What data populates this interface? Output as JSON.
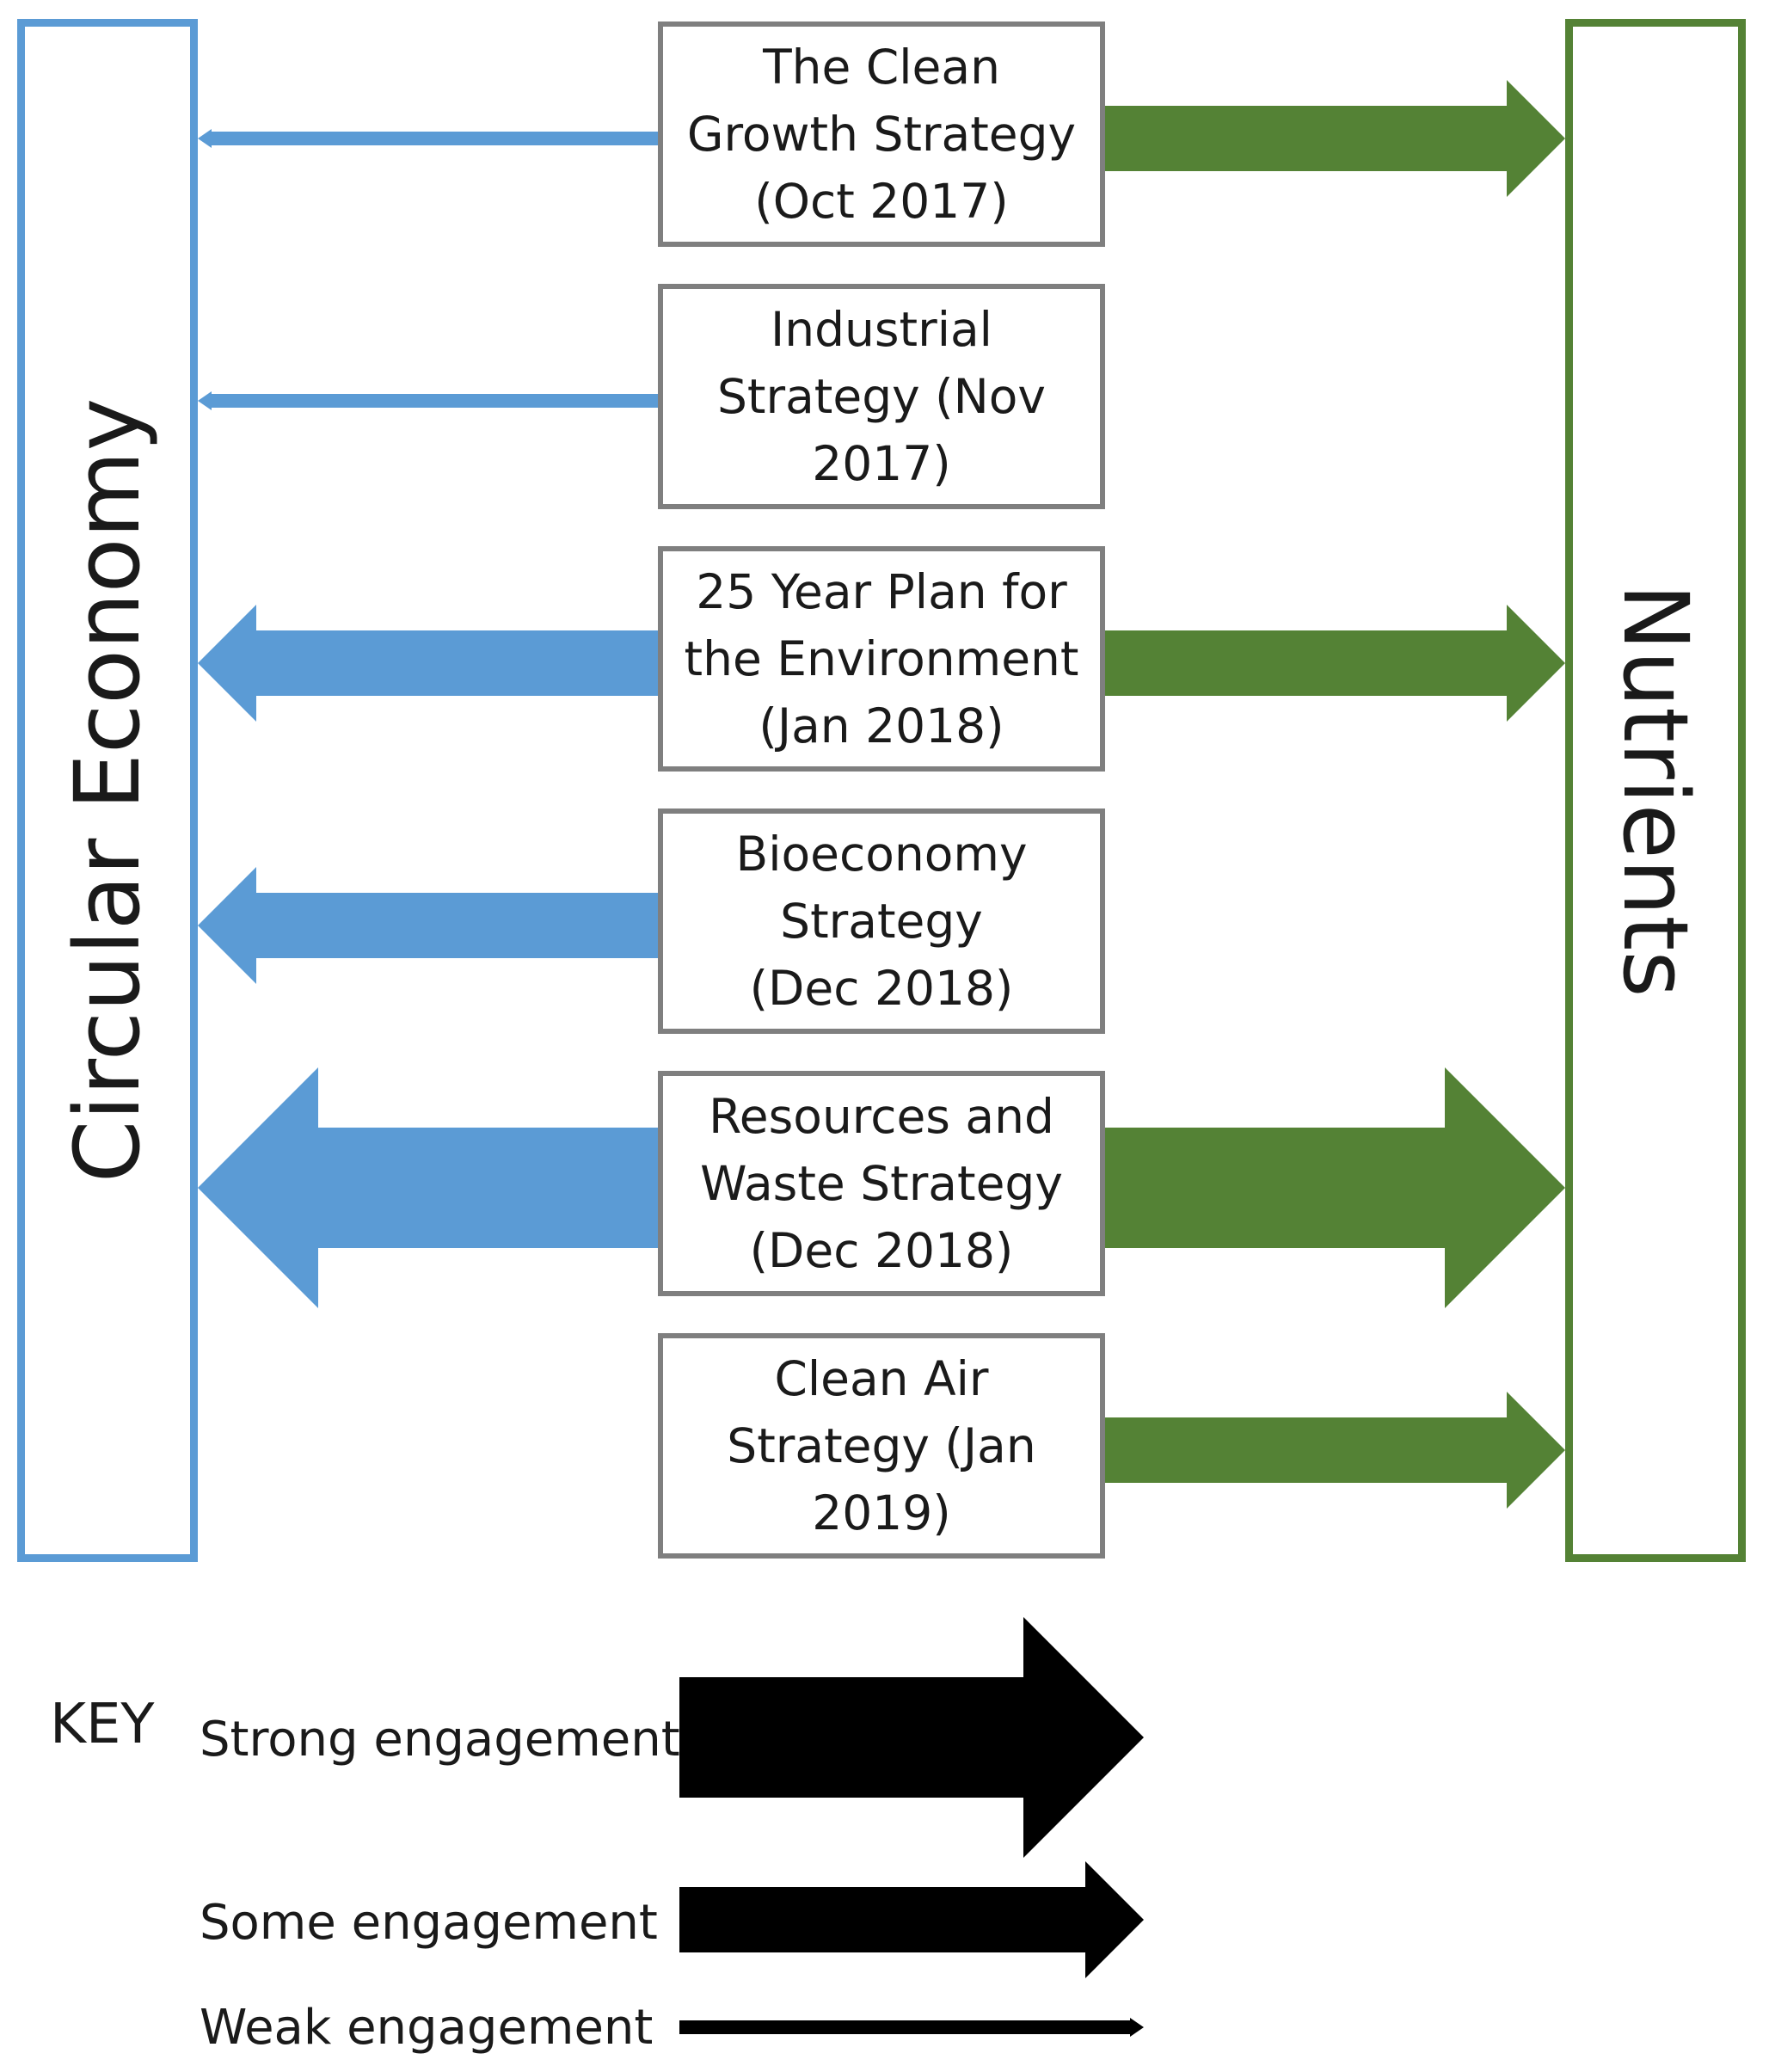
{
  "left_label": "Circular Economy",
  "right_label": "Nutrients",
  "colors": {
    "circular_economy": "#5b9bd5",
    "nutrients": "#548235",
    "box_border": "#7f7f7f",
    "key_arrow": "#000000"
  },
  "strategies": [
    {
      "label": "The Clean\nGrowth Strategy\n(Oct 2017)",
      "circular_economy": "weak",
      "nutrients": "some"
    },
    {
      "label": "Industrial\nStrategy (Nov\n2017)",
      "circular_economy": "weak",
      "nutrients": "none"
    },
    {
      "label": "25 Year Plan for\nthe Environment\n(Jan 2018)",
      "circular_economy": "some",
      "nutrients": "some"
    },
    {
      "label": "Bioeconomy\nStrategy\n(Dec 2018)",
      "circular_economy": "some",
      "nutrients": "none"
    },
    {
      "label": "Resources and\nWaste Strategy\n(Dec 2018)",
      "circular_economy": "strong",
      "nutrients": "strong"
    },
    {
      "label": "Clean Air\nStrategy (Jan\n2019)",
      "circular_economy": "none",
      "nutrients": "some"
    }
  ],
  "key": {
    "title": "KEY",
    "items": [
      {
        "label": "Strong engagement",
        "level": "strong"
      },
      {
        "label": "Some engagement",
        "level": "some"
      },
      {
        "label": "Weak engagement",
        "level": "weak"
      }
    ]
  }
}
